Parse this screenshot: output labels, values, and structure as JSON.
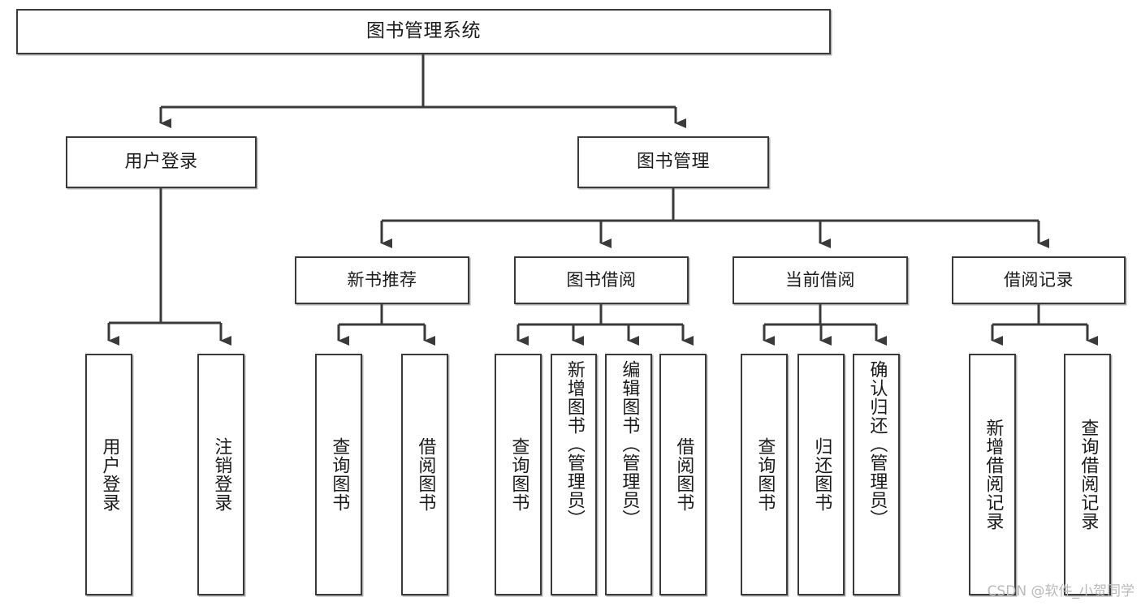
{
  "diagram": {
    "title": "图书管理系统",
    "watermark": "CSDN @软件_小贺同学",
    "line_color": "#3a3a3a",
    "box_fill": "#ffffff",
    "text_color": "#1b1b1b",
    "levels": {
      "root": {
        "label": "图书管理系统"
      },
      "level2": [
        {
          "label": "用户登录"
        },
        {
          "label": "图书管理"
        }
      ],
      "level3": [
        {
          "label": "新书推荐"
        },
        {
          "label": "图书借阅"
        },
        {
          "label": "当前借阅"
        },
        {
          "label": "借阅记录"
        }
      ],
      "leaves": {
        "user_login": [
          {
            "label": "用户登录"
          },
          {
            "label": "注销登录"
          }
        ],
        "new_book_recommend": [
          {
            "label": "查询图书"
          },
          {
            "label": "借阅图书"
          }
        ],
        "book_borrow": [
          {
            "label": "查询图书"
          },
          {
            "label": "新增图书（管理员）"
          },
          {
            "label": "编辑图书（管理员）"
          },
          {
            "label": "借阅图书"
          }
        ],
        "current_borrow": [
          {
            "label": "查询图书"
          },
          {
            "label": "归还图书"
          },
          {
            "label": "确认归还（管理员）"
          }
        ],
        "borrow_record": [
          {
            "label": "新增借阅记录"
          },
          {
            "label": "查询借阅记录"
          }
        ]
      }
    }
  }
}
